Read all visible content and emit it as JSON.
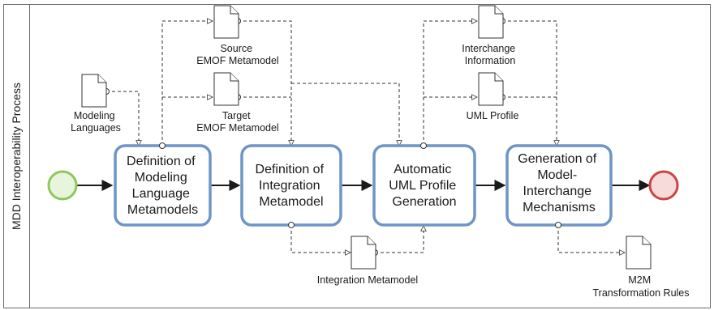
{
  "pool": {
    "label": "MDD Interoperability Process"
  },
  "events": {
    "start": {
      "kind": "start-event",
      "color": "#8ec85b"
    },
    "end": {
      "kind": "end-event",
      "color": "#cc4444"
    }
  },
  "tasks": [
    {
      "id": "t1",
      "lines": [
        "Definition of",
        "Modeling",
        "Language",
        "Metamodels"
      ]
    },
    {
      "id": "t2",
      "lines": [
        "Definition of",
        "Integration",
        "Metamodel"
      ]
    },
    {
      "id": "t3",
      "lines": [
        "Automatic",
        "UML Profile",
        "Generation"
      ]
    },
    {
      "id": "t4",
      "lines": [
        "Generation of",
        "Model-",
        "Interchange",
        "Mechanisms"
      ]
    }
  ],
  "artifacts": [
    {
      "id": "source",
      "lines": [
        "Source",
        "EMOF Metamodel"
      ]
    },
    {
      "id": "target",
      "lines": [
        "Target",
        "EMOF Metamodel"
      ]
    },
    {
      "id": "modeling",
      "lines": [
        "Modeling",
        "Languages"
      ]
    },
    {
      "id": "interchange",
      "lines": [
        "Interchange",
        "Information"
      ]
    },
    {
      "id": "umlprofile",
      "lines": [
        "UML Profile"
      ]
    },
    {
      "id": "integration",
      "lines": [
        "Integration Metamodel"
      ]
    },
    {
      "id": "m2m",
      "lines": [
        "M2M",
        "Transformation Rules"
      ]
    }
  ],
  "colors": {
    "task_border": "#6f94c6",
    "start_fill": "#8ec85b",
    "end_fill": "#cc4444"
  }
}
